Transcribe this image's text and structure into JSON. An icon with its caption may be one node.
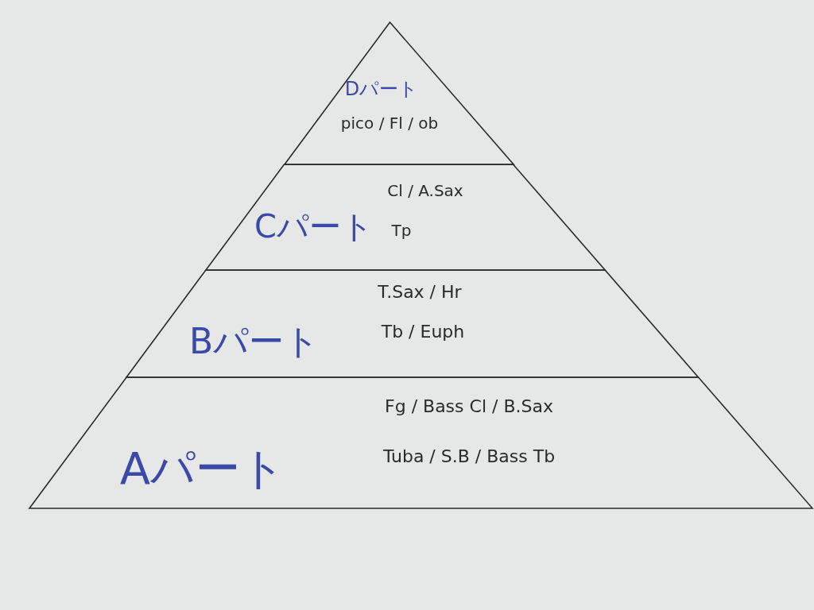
{
  "diagram": {
    "nodes": [
      {
        "text": [
          "Dパート",
          "pico / Fl / ob"
        ]
      },
      {
        "text": [
          "Cパート",
          "Cl / A.Sax",
          "Tp"
        ]
      },
      {
        "text": [
          "Bパート",
          "T.Sax / Hr",
          "Tb / Euph"
        ]
      },
      {
        "text": [
          "Aパート",
          "Fg / Bass Cl / B.Sax",
          "Tuba / S.B / Bass Tb"
        ]
      }
    ]
  }
}
